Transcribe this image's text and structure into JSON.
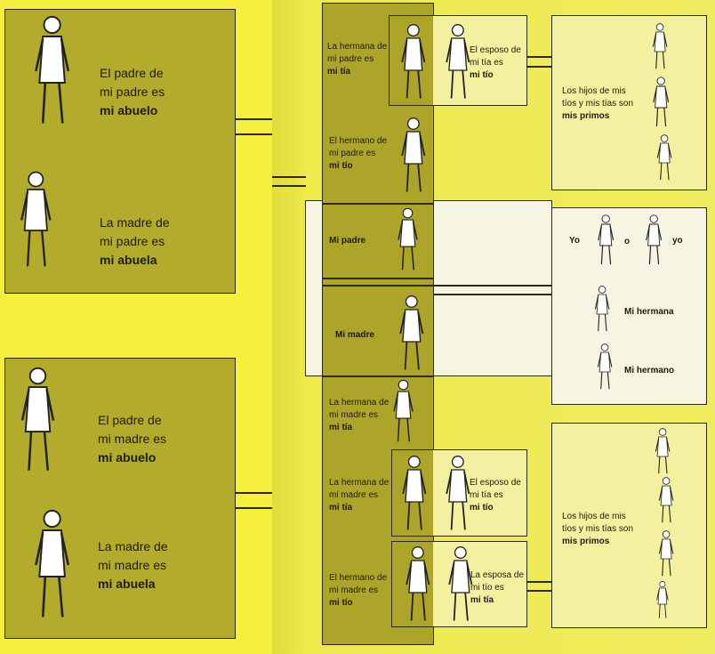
{
  "left_page": {
    "abuelo_paterno": {
      "line1": "El padre de",
      "line2": "mi padre es",
      "bold": "mi abuelo"
    },
    "abuela_paterna": {
      "line1": "La madre de",
      "line2": "mi padre es",
      "bold": "mi abuela"
    },
    "abuelo_materno": {
      "line1": "El padre de",
      "line2": "mi madre es",
      "bold": "mi abuelo"
    },
    "abuela_materna": {
      "line1": "La madre de",
      "line2": "mi madre es",
      "bold": "mi abuela"
    }
  },
  "right_page": {
    "tia_paterna": {
      "line1": "La hermana de",
      "line2": "mi padre es",
      "bold": "mi tía"
    },
    "esposo_tia_paterna": {
      "line1": "El esposo de",
      "line2": "mi tía es",
      "bold": "mi tío"
    },
    "tio_paterno": {
      "line1": "El hermano de",
      "line2": "mi padre es",
      "bold": "mi tío"
    },
    "primos_paternos": {
      "line1": "Los hijos de mis",
      "line2": "tíos y mis tías son",
      "bold": "mis primos"
    },
    "padre": {
      "bold": "Mi padre"
    },
    "madre": {
      "bold": "Mi madre"
    },
    "yo": {
      "yo1": "Yo",
      "o": "o",
      "yo2": "yo",
      "hermana": "Mi hermana",
      "hermano": "Mi hermano"
    },
    "tia_materna_1": {
      "line1": "La hermana de",
      "line2": "mi madre es",
      "bold": "mi tía"
    },
    "tia_materna_2": {
      "line1": "La hermana de",
      "line2": "mi madre es",
      "bold": "mi tía"
    },
    "esposo_tia_materna": {
      "line1": "El esposo de",
      "line2": "mi tía es",
      "bold": "mi tío"
    },
    "tio_materno": {
      "line1": "El hermano de",
      "line2": "mi madre es",
      "bold": "mi tío"
    },
    "esposa_tio_materno": {
      "line1": "La esposa de",
      "line2": "mi tío es",
      "bold": "mi tía"
    },
    "primos_maternos": {
      "line1": "Los hijos de mis",
      "line2": "tíos y mis tías son",
      "bold": "mis primos"
    }
  }
}
